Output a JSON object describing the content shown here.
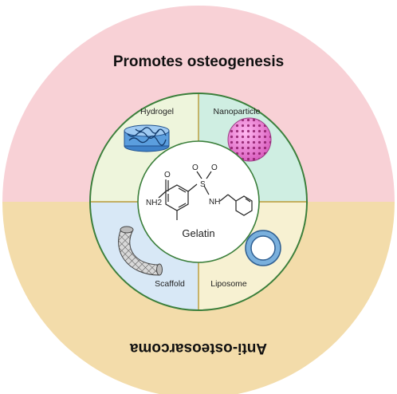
{
  "diagram": {
    "outer_top_label": "Promotes osteogenesis",
    "outer_bottom_label": "Anti-osteosarcoma",
    "center_label": "Gelatin",
    "quadrants": [
      {
        "label": "Hydrogel",
        "color": "#eef5dc"
      },
      {
        "label": "Nanoparticle",
        "color": "#cfeee2"
      },
      {
        "label": "Scaffold",
        "color": "#d8e8f6"
      },
      {
        "label": "Liposome",
        "color": "#f7f1d2"
      }
    ],
    "molecule_atoms": {
      "o1": "O",
      "nh2": "NH2",
      "s": "S",
      "o2": "O",
      "o3": "O",
      "nh": "NH"
    },
    "colors": {
      "outer_top": "#f8d1d6",
      "outer_bottom": "#f3dcaa",
      "ring": "#3b7f3b",
      "divider": "#b89a36",
      "center_fill": "#ffffff"
    }
  }
}
